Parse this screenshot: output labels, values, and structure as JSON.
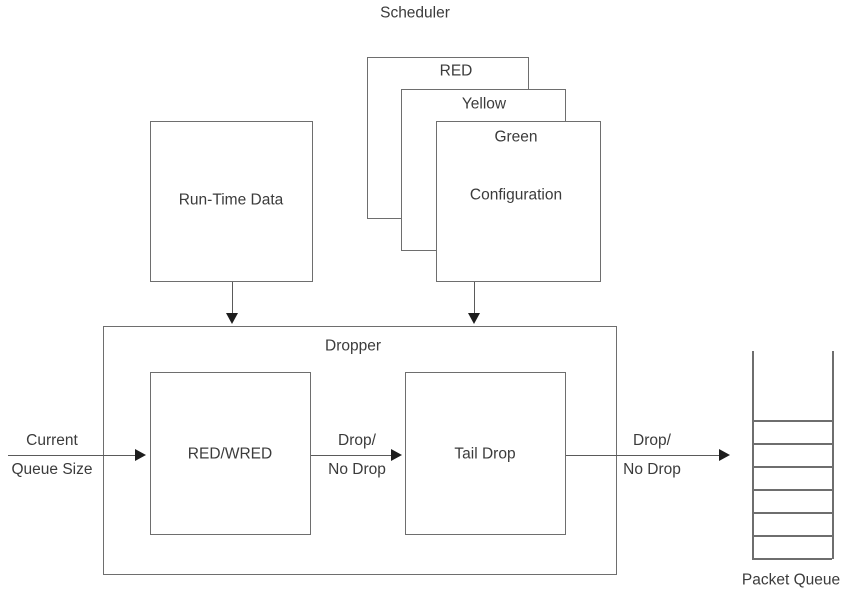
{
  "diagram": {
    "title": "Scheduler",
    "scheduler_label": "Scheduler",
    "config_stack": {
      "back_label": "RED",
      "middle_label": "Yellow",
      "front_top_label": "Green",
      "front_body_label": "Configuration"
    },
    "runtime_box_label": "Run-Time Data",
    "dropper": {
      "title": "Dropper",
      "first_stage_label": "RED/WRED",
      "second_stage_label": "Tail Drop"
    },
    "edges": {
      "input_label_line1": "Current",
      "input_label_line2": "Queue Size",
      "mid_label_line1": "Drop/",
      "mid_label_line2": "No Drop",
      "output_label_line1": "Drop/",
      "output_label_line2": "No Drop"
    },
    "queue": {
      "label": "Packet Queue",
      "cell_count": 6
    },
    "colors": {
      "stroke": "#6e6e6e",
      "line": "#5a5a5a",
      "arrow": "#1d1d1d",
      "text": "#3b3b3b",
      "background": "#ffffff"
    }
  }
}
